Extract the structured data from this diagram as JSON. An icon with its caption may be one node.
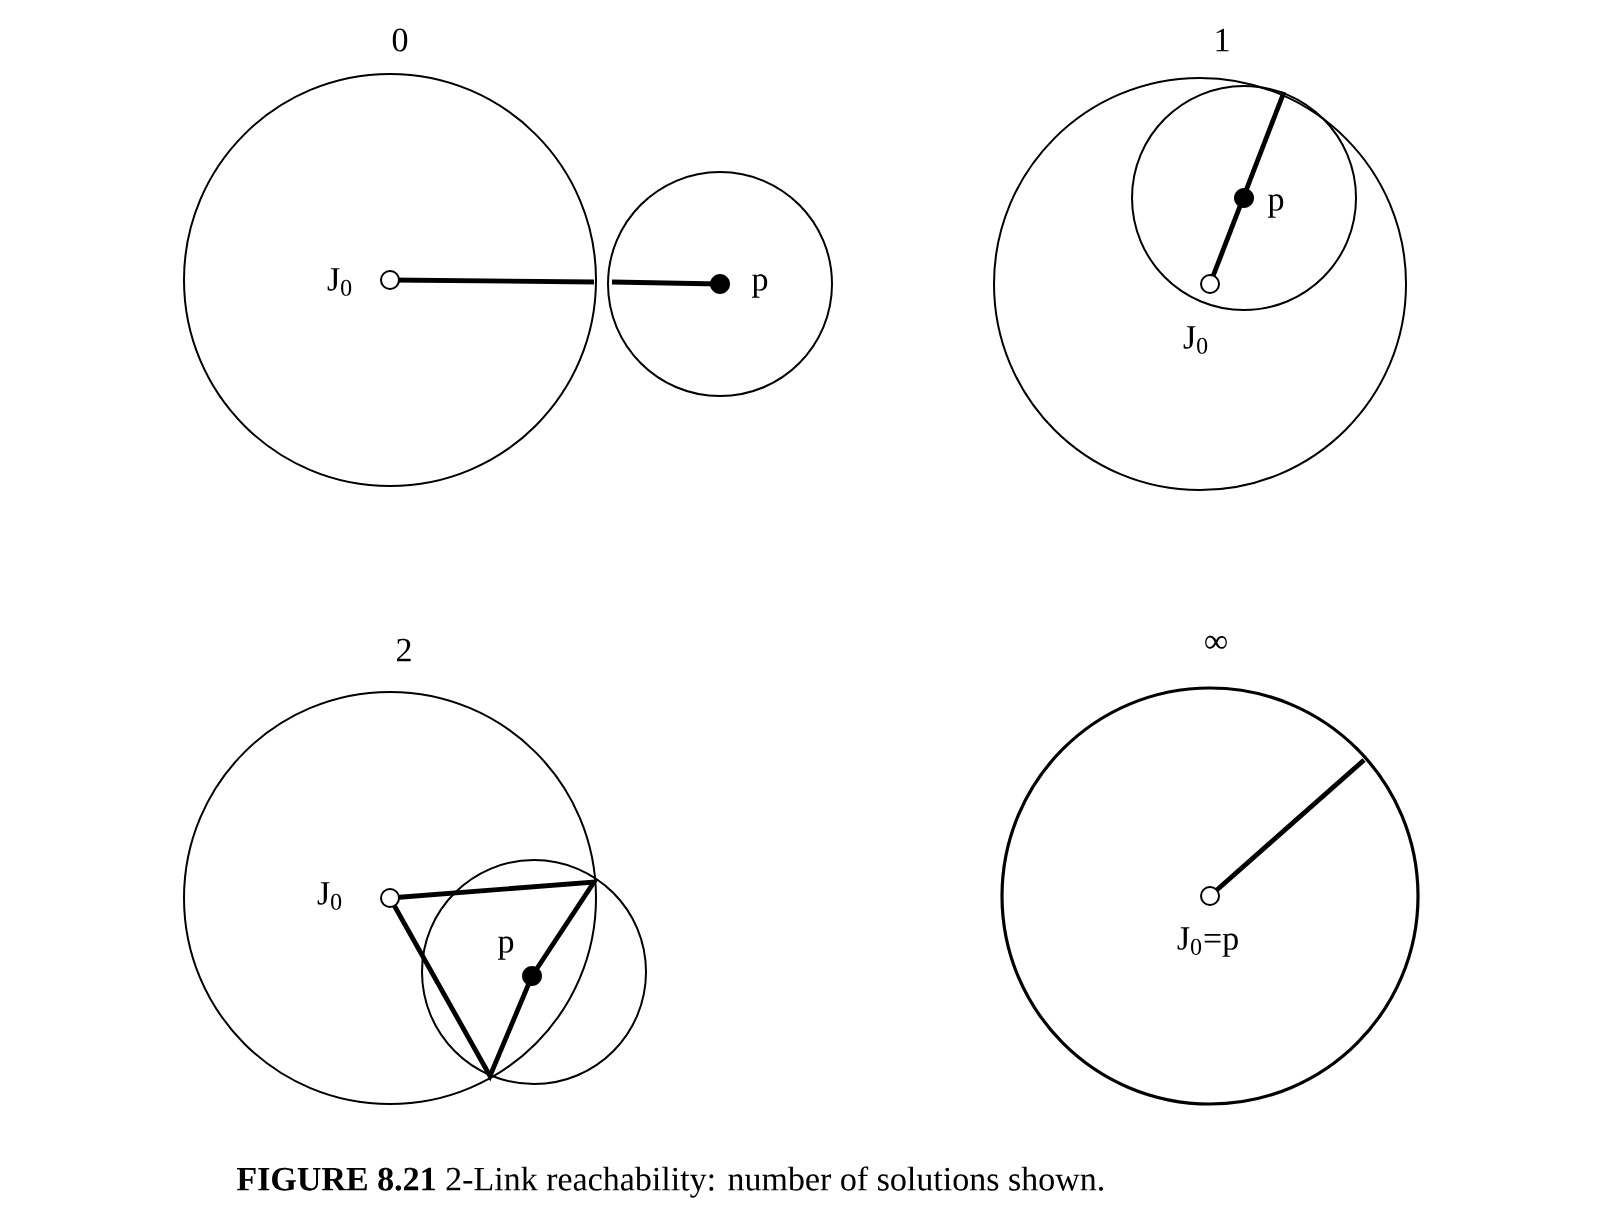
{
  "diagram": {
    "caption": "**FIGURE 8.21** 2-Link reachability: number of solutions shown.",
    "labels": [
      "0",
      "1",
      "J$_{0}$",
      "p",
      "p",
      "J$_{0}$",
      "2",
      "∞",
      "J$_{0}$",
      "p",
      "J$_{0}$=p"
    ]
  }
}
